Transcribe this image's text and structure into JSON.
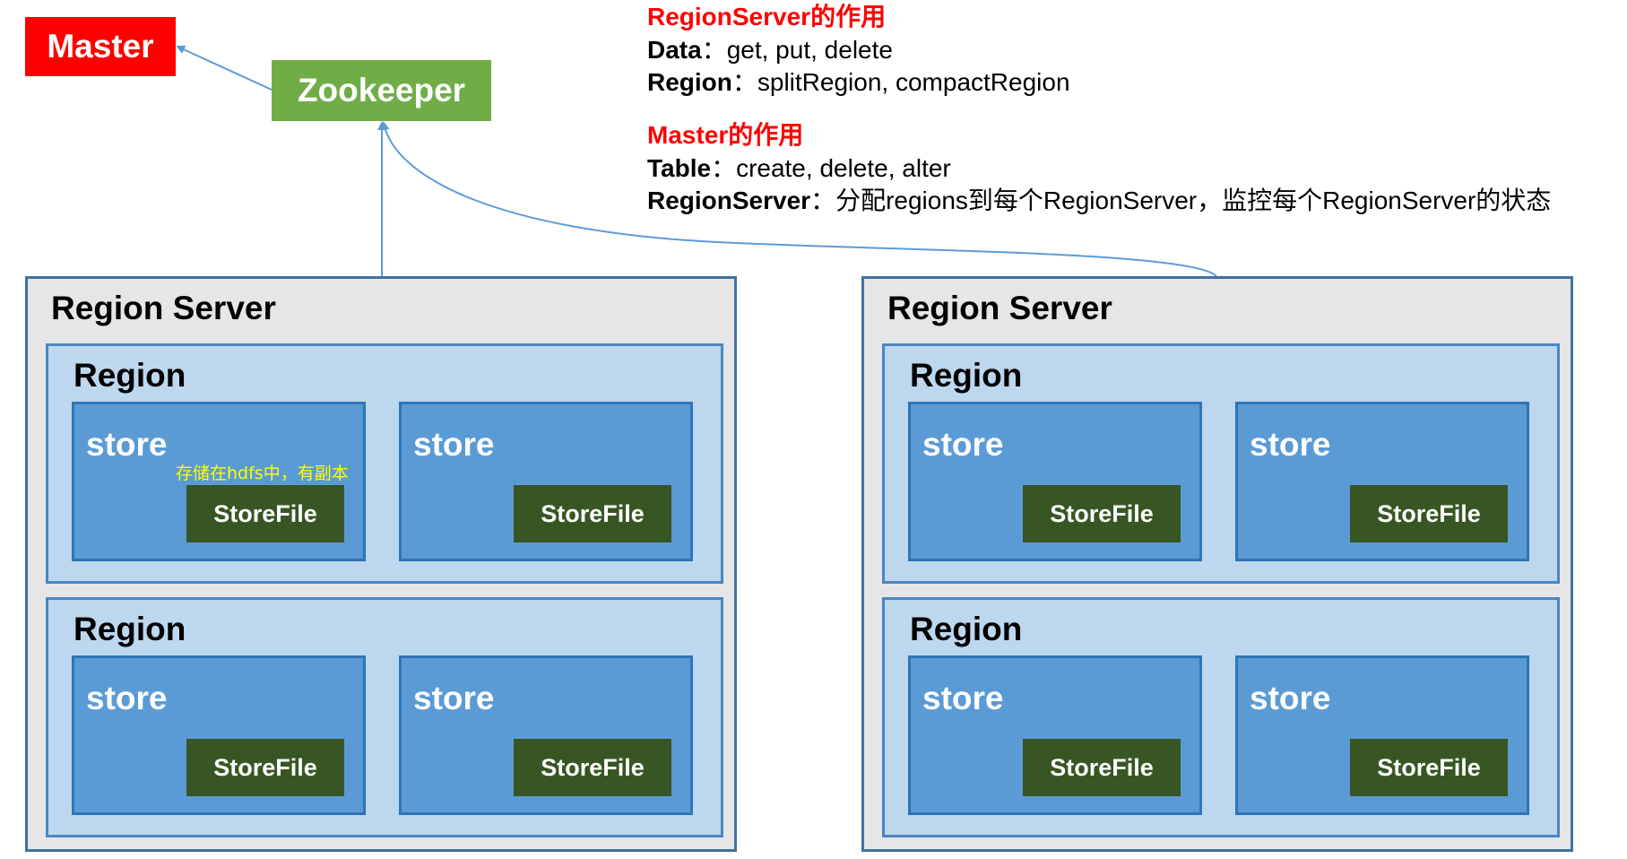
{
  "master": {
    "label": "Master"
  },
  "zookeeper": {
    "label": "Zookeeper"
  },
  "notes": {
    "regionserver_heading": "RegionServer的作用",
    "regionserver_lines": [
      {
        "key": "Data",
        "value": "：get, put, delete"
      },
      {
        "key": "Region",
        "value": "：splitRegion, compactRegion"
      }
    ],
    "master_heading": "Master的作用",
    "master_lines": [
      {
        "key": "Table",
        "value": "：create, delete, alter"
      },
      {
        "key": "RegionServer",
        "value": "：分配regions到每个RegionServer，监控每个RegionServer的状态"
      }
    ]
  },
  "region_servers": [
    {
      "title": "Region Server",
      "regions": [
        {
          "title": "Region",
          "stores": [
            {
              "title": "store",
              "file": "StoreFile",
              "note": "存储在hdfs中，有副本"
            },
            {
              "title": "store",
              "file": "StoreFile"
            }
          ]
        },
        {
          "title": "Region",
          "stores": [
            {
              "title": "store",
              "file": "StoreFile"
            },
            {
              "title": "store",
              "file": "StoreFile"
            }
          ]
        }
      ]
    },
    {
      "title": "Region Server",
      "regions": [
        {
          "title": "Region",
          "stores": [
            {
              "title": "store",
              "file": "StoreFile"
            },
            {
              "title": "store",
              "file": "StoreFile"
            }
          ]
        },
        {
          "title": "Region",
          "stores": [
            {
              "title": "store",
              "file": "StoreFile"
            },
            {
              "title": "store",
              "file": "StoreFile"
            }
          ]
        }
      ]
    }
  ],
  "colors": {
    "master": "#ff0000",
    "zookeeper": "#70ad47",
    "region_server_bg": "#e7e6e6",
    "region_bg": "#bdd7ee",
    "store_bg": "#5b9bd5",
    "storefile_bg": "#375623",
    "heading_red": "#ff0000",
    "note_yellow": "#ffff00",
    "connector": "#5b9bd5"
  }
}
